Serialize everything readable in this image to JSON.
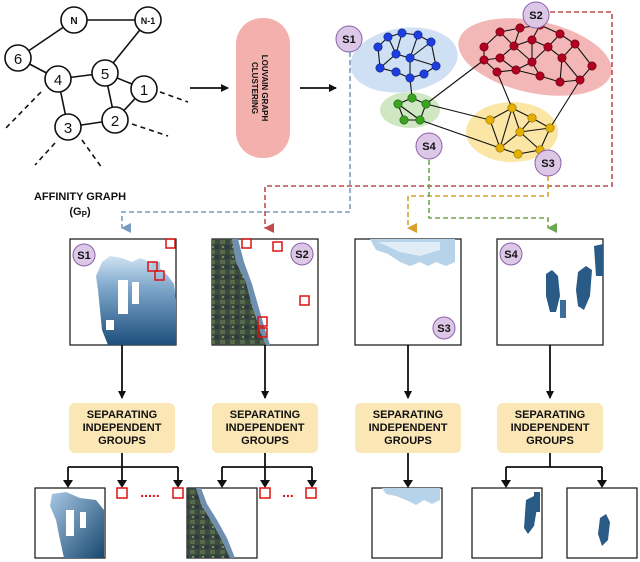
{
  "affinity_graph": {
    "title": "AFFINITY GRAPH",
    "symbol": "(G",
    "symbol_sub": "P",
    "symbol_close": ")",
    "nodes": [
      "N",
      "N-1",
      "6",
      "5",
      "4",
      "1",
      "2",
      "3"
    ]
  },
  "clustering_box": {
    "label_line1": "LOUVAIN GRAPH",
    "label_line2": "CLUSTERING"
  },
  "clusters": [
    "S1",
    "S2",
    "S3",
    "S4"
  ],
  "tiles": [
    {
      "tag": "S1"
    },
    {
      "tag": "S2"
    },
    {
      "tag": "S3"
    },
    {
      "tag": "S4"
    }
  ],
  "separate_box": {
    "line1": "SEPARATING",
    "line2": "INDEPENDENT",
    "line3": "GROUPS"
  },
  "ellipsis": ".....",
  "ellipsis_short": "...",
  "colors": {
    "s1": "#1f3ee0",
    "s2": "#b10020",
    "s3": "#e6b000",
    "s4": "#3aa320",
    "s1_fill": "#cfe0f5",
    "s2_fill": "#f4b7b7",
    "s3_fill": "#fbe6a6",
    "s4_fill": "#cfe7c2",
    "tag_fill": "#dcc8e6",
    "tag_stroke": "#8a60a8",
    "box_fill": "#fbe6b6",
    "cluster_box_fill": "#f3b0ad",
    "water_dark": "#1d4e7c",
    "water_light": "#9fc3e0",
    "red_square": "#dd1111"
  }
}
